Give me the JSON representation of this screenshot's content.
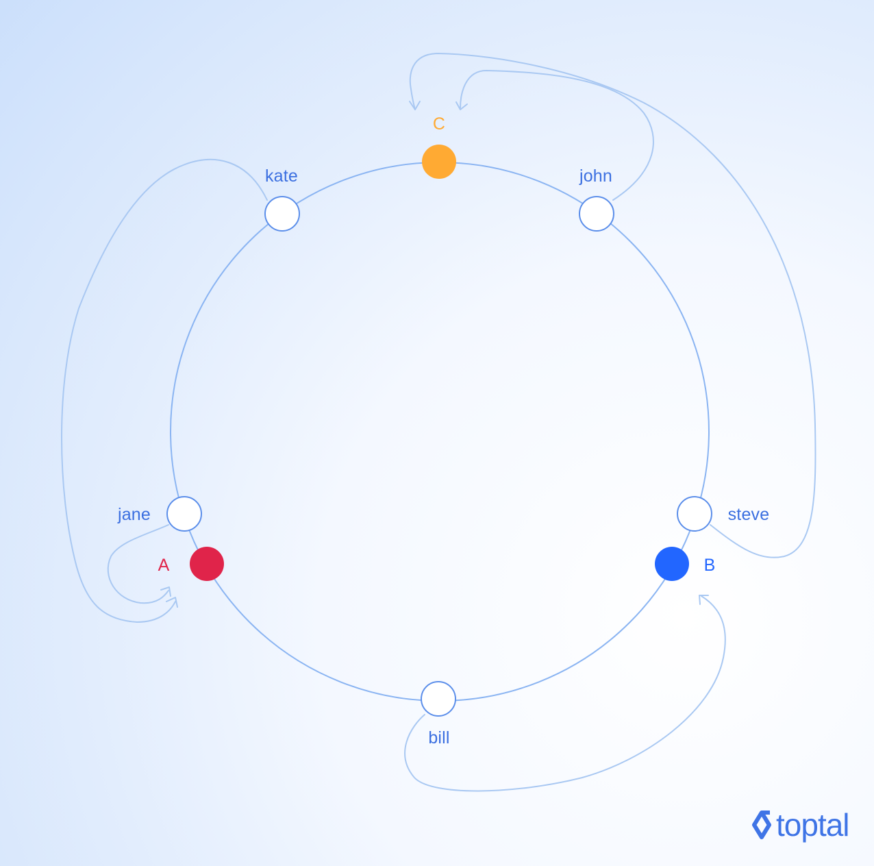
{
  "diagram": {
    "servers": [
      {
        "id": "kate",
        "label": "kate"
      },
      {
        "id": "john",
        "label": "john"
      },
      {
        "id": "jane",
        "label": "jane"
      },
      {
        "id": "steve",
        "label": "steve"
      },
      {
        "id": "bill",
        "label": "bill"
      }
    ],
    "keys": [
      {
        "id": "A",
        "label": "A",
        "color": "#e0244a"
      },
      {
        "id": "B",
        "label": "B",
        "color": "#2266ff"
      },
      {
        "id": "C",
        "label": "C",
        "color": "#ffaa33"
      }
    ],
    "mappings": [
      {
        "from": "jane",
        "to": "A"
      },
      {
        "from": "kate",
        "to": "A"
      },
      {
        "from": "john",
        "to": "C"
      },
      {
        "from": "steve",
        "to": "C"
      },
      {
        "from": "bill",
        "to": "B"
      }
    ],
    "colors": {
      "ring": "#8ab4f2",
      "arrow": "#a9c8f2",
      "server_label": "#3b6fe0",
      "node_fill": "#ffffff"
    }
  },
  "brand": {
    "name": "toptal",
    "logo_icon": "toptal-logo-icon",
    "color": "#3f74e6"
  }
}
